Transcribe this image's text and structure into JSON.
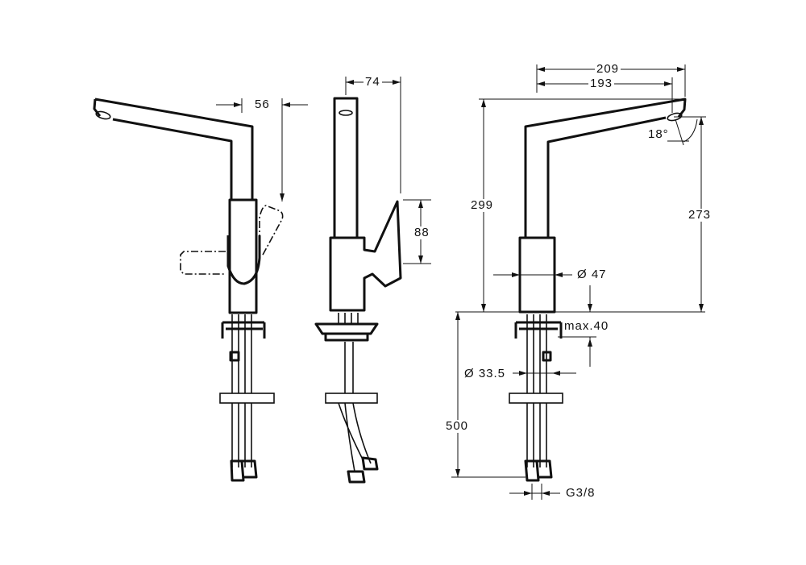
{
  "dimensions": {
    "spout_handle_offset": "56",
    "body_depth": "74",
    "handle_height": "88",
    "total_reach": "209",
    "spout_reach": "193",
    "total_height": "299",
    "outlet_height": "273",
    "spout_angle": "18°",
    "body_diameter": "Ø 47",
    "max_counter_thickness": "max.40",
    "mounting_diameter": "Ø 33.5",
    "hose_length": "500",
    "connection_thread": "G3/8"
  }
}
